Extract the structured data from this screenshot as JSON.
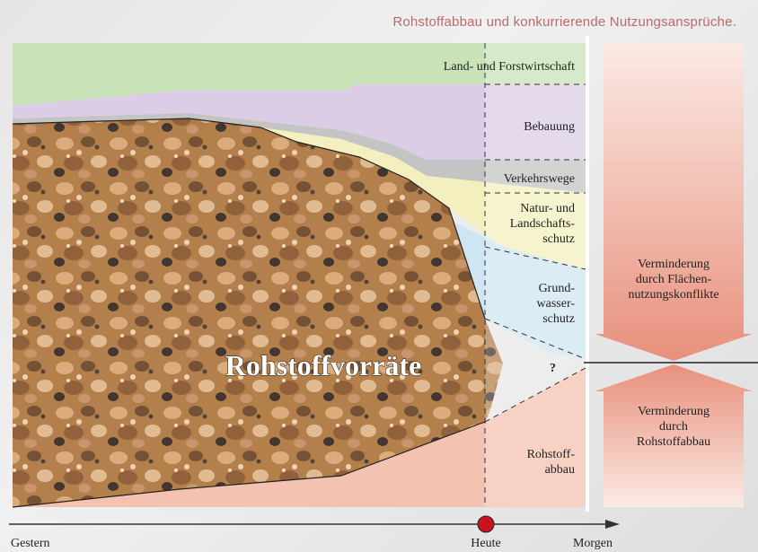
{
  "title": "Rohstoffabbau und konkurrierende Nutzungsansprüche.",
  "layers": {
    "land": "Land- und Forstwirtschaft",
    "bebauung": "Bebauung",
    "verkehr": "Verkehrswege",
    "natur": [
      "Natur- und",
      "Landschafts-",
      "schutz"
    ],
    "grundwasser": [
      "Grund-",
      "wasser-",
      "schutz"
    ],
    "rohstoffabbau": [
      "Rohstoff-",
      "abbau"
    ],
    "question": "?"
  },
  "main_label": "Rohstoffvorräte",
  "arrows": {
    "top": [
      "Verminderung",
      "durch Flächen-",
      "nutzungskonflikte"
    ],
    "bottom": [
      "Verminderung",
      "durch",
      "Rohstoffabbau"
    ]
  },
  "timeline": {
    "gestern": "Gestern",
    "heute": "Heute",
    "morgen": "Morgen"
  },
  "colors": {
    "land": "#c9e3b8",
    "bebauung": "#dccde6",
    "verkehr": "#c8c8c8",
    "natur": "#f3efbf",
    "grundwasser": "#cfe6f2",
    "rohstoffabbau": "#f4c2b0",
    "arrow": "#e8907c",
    "marker": "#c8141e"
  }
}
